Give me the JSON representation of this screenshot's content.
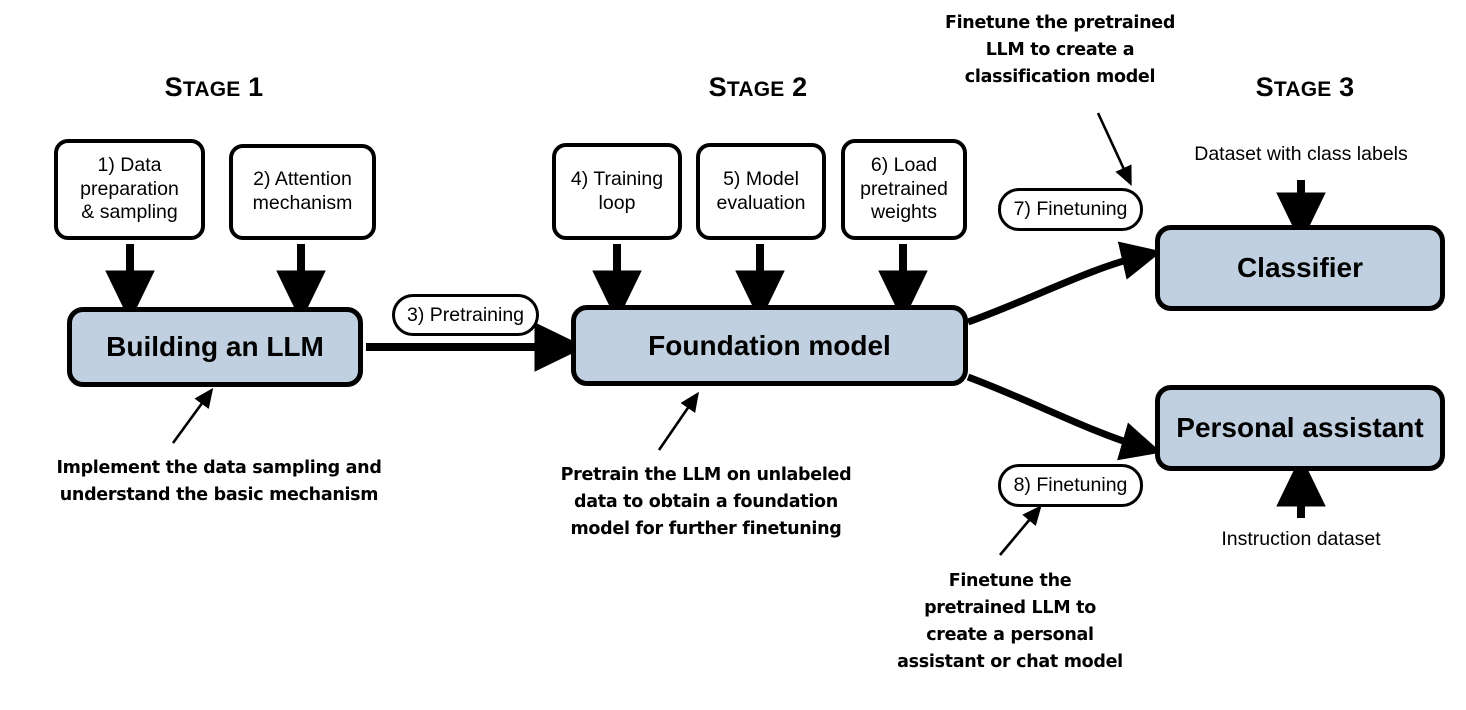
{
  "diagram": {
    "title": "Three-stage LLM building process",
    "colors": {
      "box_fill": "#c0d0e0",
      "stroke": "#000000",
      "background": "#ffffff"
    },
    "stages": [
      {
        "label_main": "S",
        "label_rest": "TAGE",
        "number": "1",
        "full": "STAGE 1"
      },
      {
        "label_main": "S",
        "label_rest": "TAGE",
        "number": "2",
        "full": "STAGE 2"
      },
      {
        "label_main": "S",
        "label_rest": "TAGE",
        "number": "3",
        "full": "STAGE 3"
      }
    ],
    "stage1": {
      "heading_s": "S",
      "heading_tage": "TAGE",
      "heading_num": " 1",
      "steps": [
        {
          "id": "step-1",
          "text": "1) Data\npreparation\n& sampling"
        },
        {
          "id": "step-2",
          "text": "2) Attention\nmechanism"
        }
      ],
      "main_box": "Building an LLM",
      "caption": "Implement the data sampling and\nunderstand the basic mechanism"
    },
    "stage2": {
      "heading_s": "S",
      "heading_tage": "TAGE",
      "heading_num": " 2",
      "transition_pill": "3) Pretraining",
      "steps": [
        {
          "id": "step-4",
          "text": "4) Training\nloop"
        },
        {
          "id": "step-5",
          "text": "5) Model\nevaluation"
        },
        {
          "id": "step-6",
          "text": "6) Load\npretrained\nweights"
        }
      ],
      "main_box": "Foundation model",
      "caption": "Pretrain the LLM on unlabeled\ndata to obtain a foundation\nmodel for further finetuning"
    },
    "stage3": {
      "heading_s": "S",
      "heading_tage": "TAGE",
      "heading_num": " 3",
      "classifier": {
        "pill": "7) Finetuning",
        "caption": "Finetune the pretrained\nLLM to create a\nclassification model",
        "box": "Classifier",
        "dataset_label": "Dataset with class labels"
      },
      "assistant": {
        "pill": "8) Finetuning",
        "caption": "Finetune the\npretrained LLM to\ncreate a personal\nassistant or chat model",
        "box": "Personal assistant",
        "dataset_label": "Instruction dataset"
      }
    }
  }
}
